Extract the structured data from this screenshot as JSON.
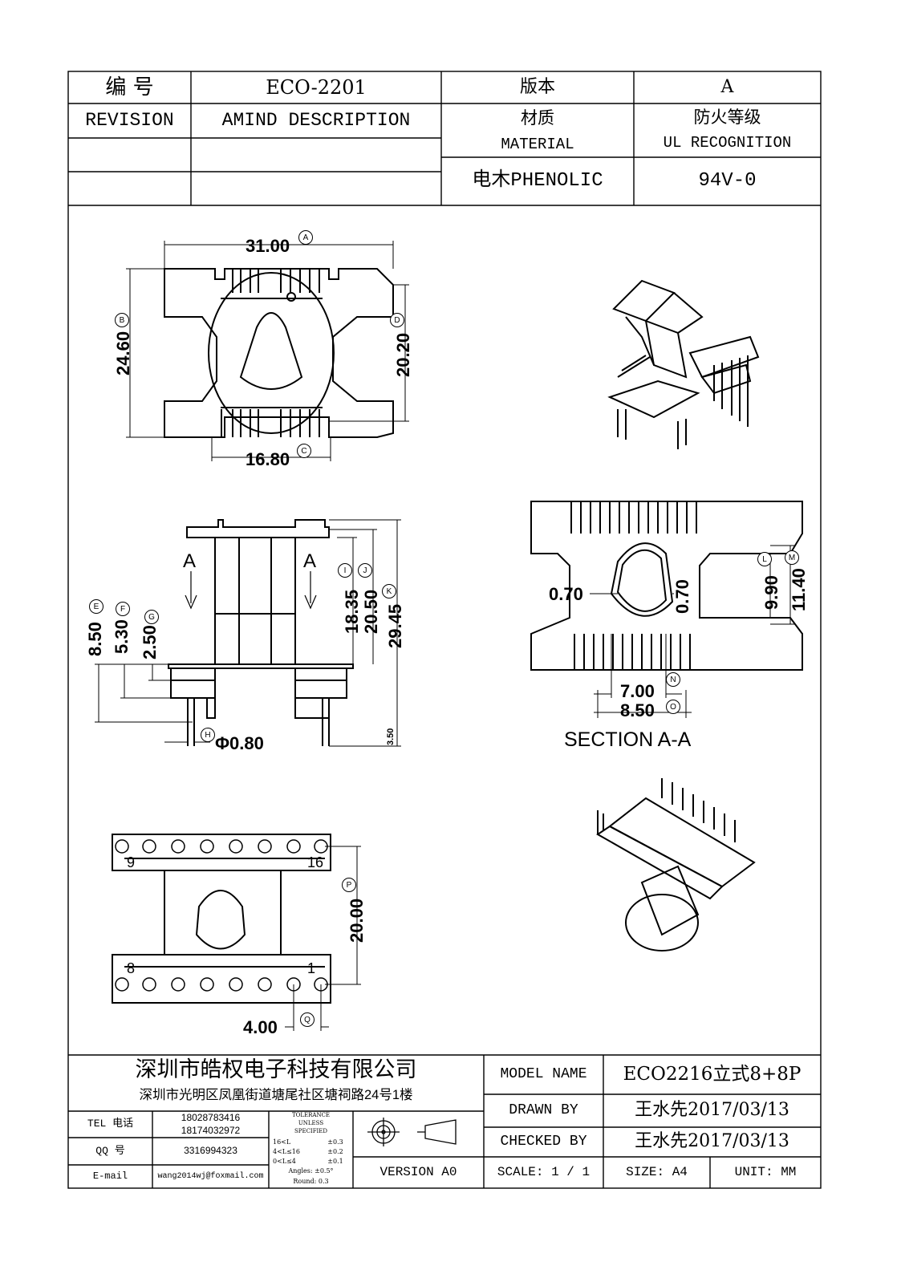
{
  "header": {
    "revision_label_cn": "编  号",
    "revision_value": "ECO-2201",
    "version_label": "版本",
    "version_value": "A",
    "revision_label_en": "REVISION",
    "amind_label": "AMIND DESCRIPTION",
    "material_label_cn": "材质",
    "material_label_en": "MATERIAL",
    "ul_label_cn": "防火等级",
    "ul_label_en": "UL RECOGNITION",
    "material_value": "电木PHENOLIC",
    "ul_value": "94V-0"
  },
  "drawing": {
    "dims": {
      "width_top": "31.00",
      "height_left": "24.60",
      "height_right": "20.20",
      "width_bottom": "16.80",
      "h_1835": "18.35",
      "h_2050": "20.50",
      "h_2945": "29.45",
      "h_850": "8.50",
      "h_530": "5.30",
      "h_250": "2.50",
      "pin_dia": "Φ0.80",
      "pin_len": "3.50",
      "sec_070_h": "0.70",
      "sec_070_v": "0.70",
      "sec_990": "9.90",
      "sec_1140": "11.40",
      "sec_700": "7.00",
      "sec_850": "8.50",
      "bottom_2000": "20.00",
      "bottom_400": "4.00"
    },
    "tags": {
      "A": "A",
      "B": "B",
      "C": "C",
      "D": "D",
      "E": "E",
      "F": "F",
      "G": "G",
      "H": "H",
      "I": "I",
      "J": "J",
      "K": "K",
      "L": "L",
      "M": "M",
      "N": "N",
      "O": "O",
      "P": "P",
      "Q": "Q"
    },
    "section_arrow_left": "A",
    "section_arrow_right": "A",
    "section_title": "SECTION A-A",
    "pin_numbers": {
      "p9": "9",
      "p16": "16",
      "p8": "8",
      "p1": "1"
    }
  },
  "title_block": {
    "company_name": "深圳市皓权电子科技有限公司",
    "company_address": "深圳市光明区凤凰街道塘尾社区塘祠路24号1楼",
    "tel_label": "TEL 电话",
    "tel_1": "18028783416",
    "tel_2": "18174032972",
    "qq_label": "QQ  号",
    "qq_value": "3316994323",
    "email_label": "E-mail",
    "email_value": "wang2014wj@foxmail.com",
    "tolerance_title_1": "TOLERANCE",
    "tolerance_title_2": "UNLESS",
    "tolerance_title_3": "SPECIFIED",
    "tol_row_1_l": "16<L",
    "tol_row_1_r": "±0.3",
    "tol_row_2_l": "4<L≤16",
    "tol_row_2_r": "±0.2",
    "tol_row_3_l": "0<L≤4",
    "tol_row_3_r": "±0.1",
    "tol_angles": "Angles: ±0.5°",
    "tol_round": "Round: 0.3",
    "version_label": "VERSION A0",
    "model_label": "MODEL NAME",
    "model_value": "ECO2216立式8+8P",
    "drawn_label": "DRAWN BY",
    "drawn_value": "王水先2017/03/13",
    "checked_label": "CHECKED BY",
    "checked_value": "王水先2017/03/13",
    "scale_label": "SCALE: 1 / 1",
    "size_label": "SIZE: A4",
    "unit_label": "UNIT: MM"
  }
}
